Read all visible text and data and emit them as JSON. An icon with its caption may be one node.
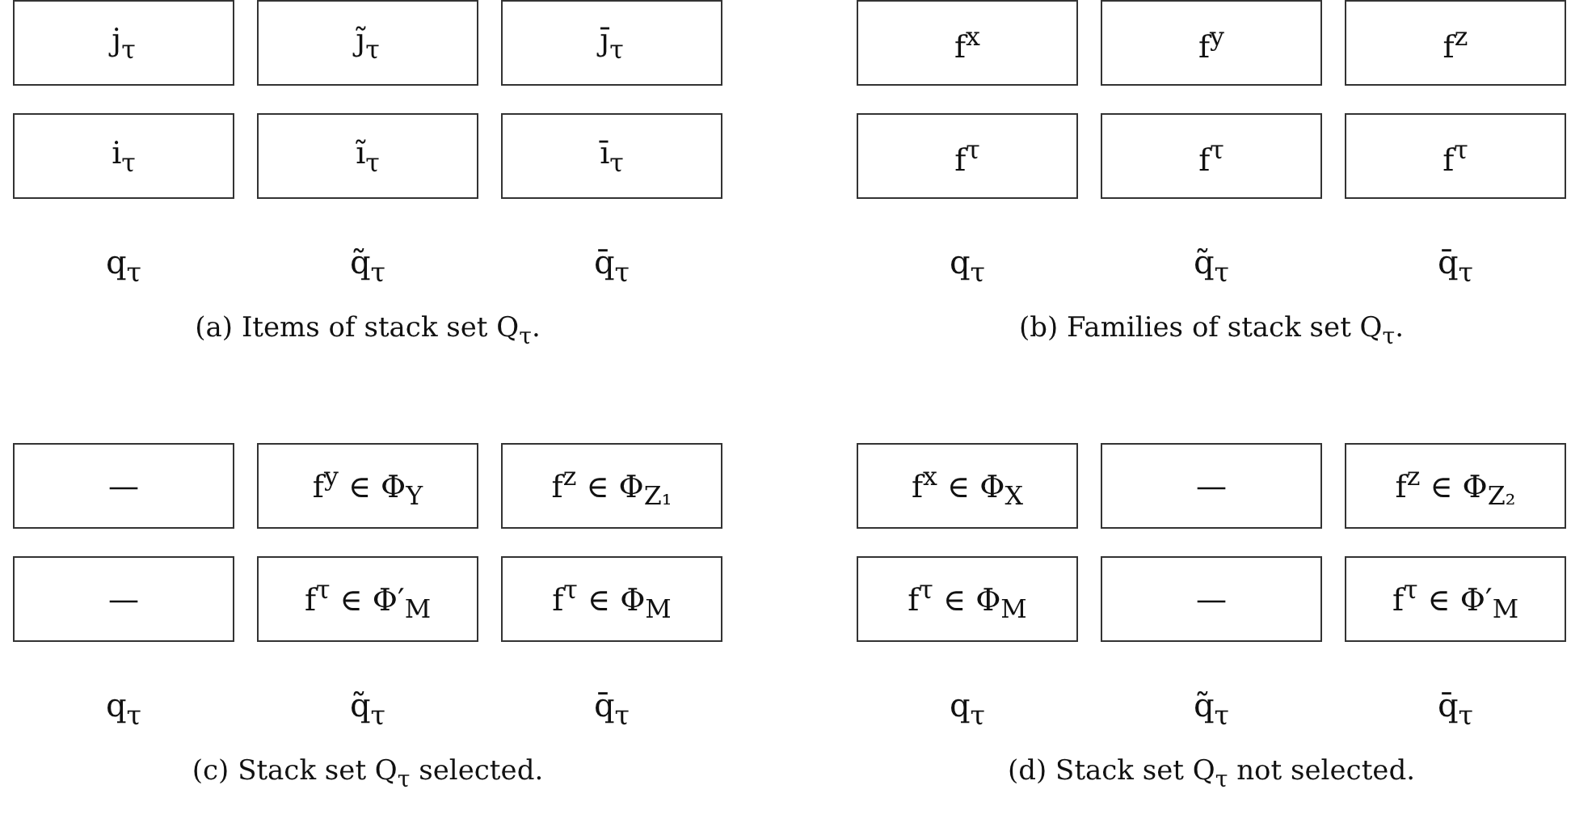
{
  "diagram": {
    "nodes": [
      {
        "text": [
          "j$_{τ}$"
        ]
      },
      {
        "text": [
          "j̃$_{τ}$"
        ]
      },
      {
        "text": [
          "j̄$_{τ}$"
        ]
      },
      {
        "text": [
          "i$_{τ}$"
        ]
      },
      {
        "text": [
          "ĩ$_{τ}$"
        ]
      },
      {
        "text": [
          "ī$_{τ}$"
        ]
      },
      {
        "text": [
          "f$^{x}$"
        ]
      },
      {
        "text": [
          "f$^{y}$"
        ]
      },
      {
        "text": [
          "f$^{z}$"
        ]
      },
      {
        "text": [
          "f$^{τ}$"
        ]
      },
      {
        "text": [
          "f$^{τ}$"
        ]
      },
      {
        "text": [
          "f$^{τ}$"
        ]
      },
      {
        "text": [
          "—"
        ]
      },
      {
        "text": [
          "f$^{y}$ ∈ Φ$_{Y}$"
        ]
      },
      {
        "text": [
          "f$^{z}$ ∈ Φ$_{Z₁}$"
        ]
      },
      {
        "text": [
          "—"
        ]
      },
      {
        "text": [
          "f$^{τ}$ ∈ Φ′$_{M}$"
        ]
      },
      {
        "text": [
          "f$^{τ}$ ∈ Φ$_{M}$"
        ]
      },
      {
        "text": [
          "f$^{x}$ ∈ Φ$_{X}$"
        ]
      },
      {
        "text": [
          "—"
        ]
      },
      {
        "text": [
          "f$^{z}$ ∈ Φ$_{Z₂}$"
        ]
      },
      {
        "text": [
          "f$^{τ}$ ∈ Φ$_{M}$"
        ]
      },
      {
        "text": [
          "—"
        ]
      },
      {
        "text": [
          "f$^{τ}$ ∈ Φ′$_{M}$"
        ]
      }
    ],
    "labels": [
      "q$_{τ}$",
      "q̃$_{τ}$",
      "q̄$_{τ}$",
      "(a) Items of stack set Q$_{τ}$.",
      "q$_{τ}$",
      "q̃$_{τ}$",
      "q̄$_{τ}$",
      "(b) Families of stack set Q$_{τ}$.",
      "q$_{τ}$",
      "q̃$_{τ}$",
      "q̄$_{τ}$",
      "(c) Stack set Q$_{τ}$ selected.",
      "q$_{τ}$",
      "q̃$_{τ}$",
      "q̄$_{τ}$",
      "(d) Stack set Q$_{τ}$ not selected."
    ]
  }
}
